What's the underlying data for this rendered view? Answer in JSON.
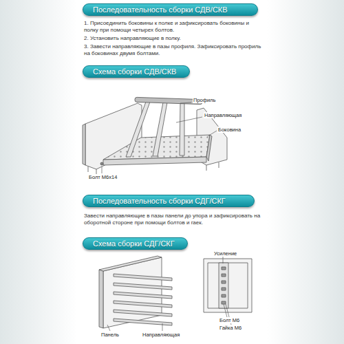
{
  "diagram": {
    "nodes": [
      {
        "text": [
          "Последовательность сборки СДВ/СКВ"
        ]
      },
      {
        "text": [
          "Схема сборки СДВ/СКВ"
        ]
      },
      {
        "text": [
          "Последовательность сборки СДГ/СКГ"
        ]
      },
      {
        "text": [
          "Схема сборки СДГ/СКГ"
        ]
      }
    ],
    "labels": [
      "1. Присоединить боковины к полке и зафиксировать боковины и полку при помощи четырех болтов.",
      "2. Установить направляющие в полку.",
      "3. Завести направляющие в пазы профиля. Зафиксировать профиль на боковинах двумя болтами.",
      "Профиль",
      "Направляющая",
      "Боковина",
      "Болт М6х14",
      "Завести направляющие в пазы панели до упора и зафиксировать на оборотной стороне при помощи болтов и гаек.",
      "Усиление",
      "Панель",
      "Направляющая",
      "Болт М6",
      "Гайка М6"
    ]
  }
}
